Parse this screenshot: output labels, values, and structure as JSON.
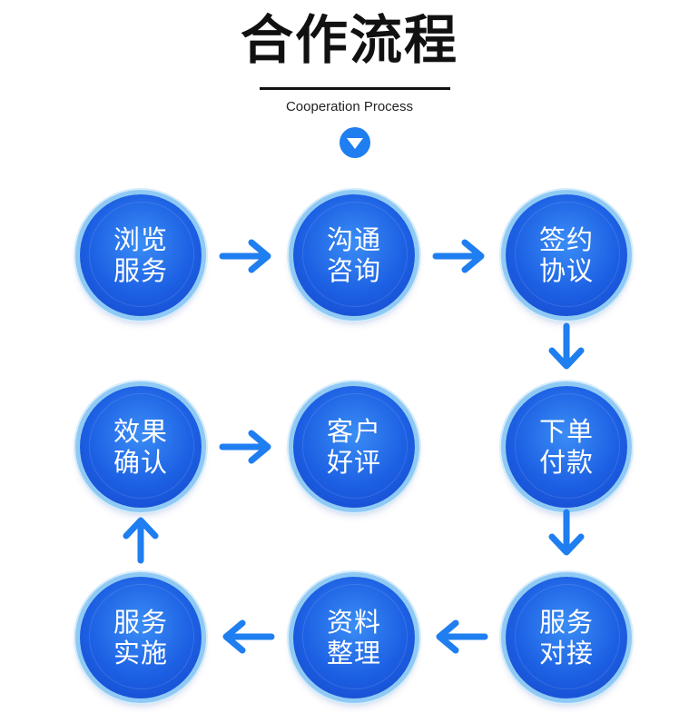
{
  "header": {
    "title": "合作流程",
    "subtitle": "Cooperation Process"
  },
  "colors": {
    "accent": "#1f6ee8",
    "ring": "#8fcaf5",
    "arrow": "#1f7ef0"
  },
  "icons": {
    "header_badge": "chevron-down-icon",
    "connector": "arrow-icon"
  },
  "steps": [
    {
      "line1": "浏览",
      "line2": "服务"
    },
    {
      "line1": "沟通",
      "line2": "咨询"
    },
    {
      "line1": "签约",
      "line2": "协议"
    },
    {
      "line1": "下单",
      "line2": "付款"
    },
    {
      "line1": "服务",
      "line2": "对接"
    },
    {
      "line1": "资料",
      "line2": "整理"
    },
    {
      "line1": "服务",
      "line2": "实施"
    },
    {
      "line1": "效果",
      "line2": "确认"
    },
    {
      "line1": "客户",
      "line2": "好评"
    }
  ]
}
